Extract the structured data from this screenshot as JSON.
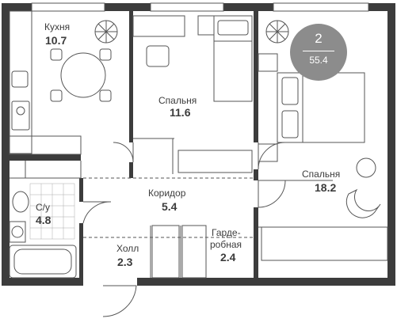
{
  "plan": {
    "badge": {
      "rooms": "2",
      "total_area": "55.4"
    },
    "rooms": [
      {
        "id": "kitchen",
        "name": "Кухня",
        "area": "10.7"
      },
      {
        "id": "bedroom-1",
        "name": "Спальня",
        "area": "11.6"
      },
      {
        "id": "bedroom-2",
        "name": "Спальня",
        "area": "18.2"
      },
      {
        "id": "corridor",
        "name": "Коридор",
        "area": "5.4"
      },
      {
        "id": "bathroom",
        "name": "С/у",
        "area": "4.8"
      },
      {
        "id": "hall",
        "name": "Холл",
        "area": "2.3"
      },
      {
        "id": "wardrobe",
        "name_line1": "Гарде-",
        "name_line2": "робная",
        "area": "2.4"
      }
    ]
  },
  "colors": {
    "wall": "#3c3c3c",
    "text": "#3c3c3c",
    "badge": "#8c8c8c",
    "line": "#555555"
  }
}
